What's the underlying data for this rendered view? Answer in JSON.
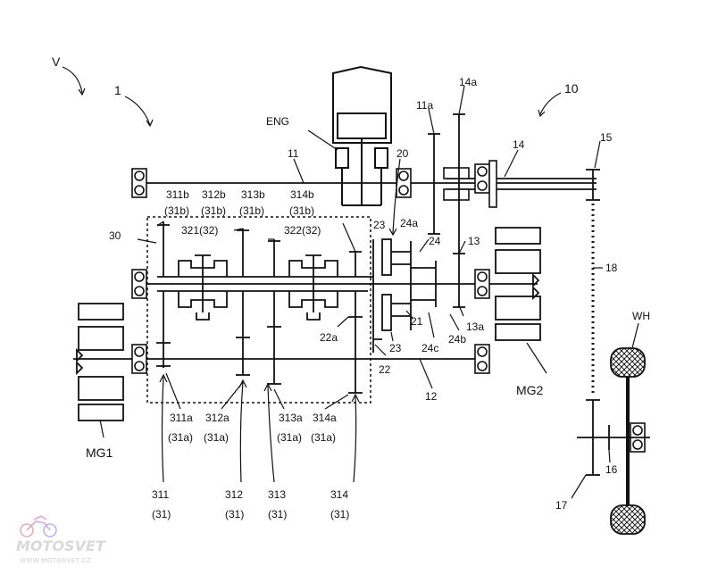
{
  "labels": {
    "vehicle": "V",
    "system": "1",
    "unit_10": "10",
    "engine": "ENG",
    "shaft_11": "11",
    "gear_11a": "11a",
    "gear_14a": "14a",
    "shaft_14": "14",
    "gear_15": "15",
    "clutch_20": "20",
    "housing_30": "30",
    "g311b": "311b",
    "g312b": "312b",
    "g313b": "313b",
    "g314b": "314b",
    "p31b_1": "(31b)",
    "p31b_2": "(31b)",
    "p31b_3": "(31b)",
    "p31b_4": "(31b)",
    "s321": "321(32)",
    "s322": "322(32)",
    "g23_top": "23",
    "g24a": "24a",
    "g24": "24",
    "g13": "13",
    "g18": "18",
    "g21": "21",
    "g22a": "22a",
    "g23_bot": "23",
    "g24c": "24c",
    "g24b": "24b",
    "g13a": "13a",
    "g22": "22",
    "g12": "12",
    "mg2": "MG2",
    "wh": "WH",
    "g311a": "311a",
    "g312a": "312a",
    "g313a": "313a",
    "g314a": "314a",
    "p31a_1": "(31a)",
    "p31a_2": "(31a)",
    "p31a_3": "(31a)",
    "p31a_4": "(31a)",
    "mg1": "MG1",
    "g16": "16",
    "g17": "17",
    "g311": "311",
    "g312": "312",
    "g313": "313",
    "g314": "314",
    "p31_1": "(31)",
    "p31_2": "(31)",
    "p31_3": "(31)",
    "p31_4": "(31)"
  },
  "watermark": {
    "brand": "MOTOSVET",
    "url": "WWW.MOTOSVET.CZ"
  }
}
